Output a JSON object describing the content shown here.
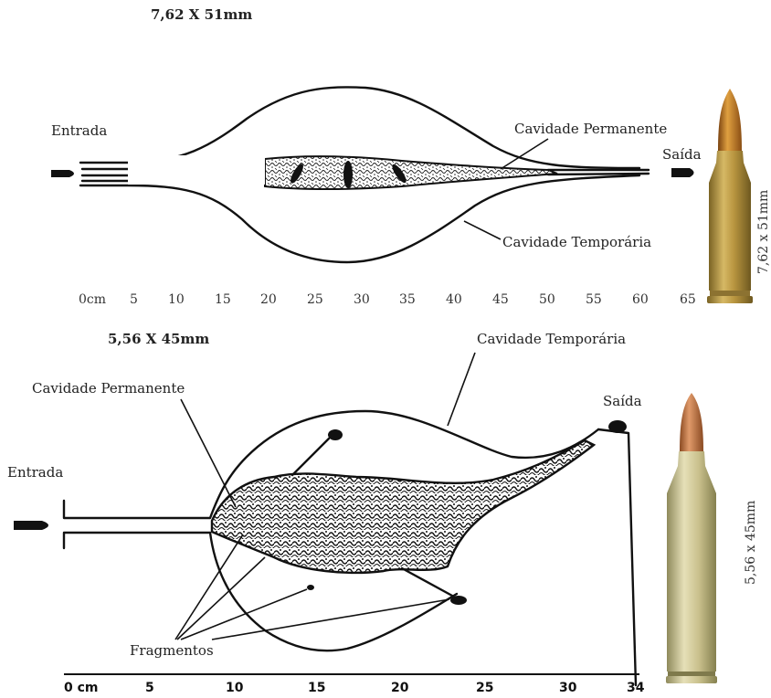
{
  "top": {
    "title": "7,62 X 51mm",
    "entry_label": "Entrada",
    "exit_label": "Saída",
    "permanent_label": "Cavidade Permanente",
    "temporary_label": "Cavidade Temporária",
    "cartridge_label": "7,62 x 51mm",
    "ticks": [
      "0cm",
      "5",
      "10",
      "15",
      "20",
      "25",
      "30",
      "35",
      "40",
      "45",
      "50",
      "55",
      "60",
      "65"
    ]
  },
  "bottom": {
    "title": "5,56 X 45mm",
    "entry_label": "Entrada",
    "exit_label": "Saída",
    "permanent_label": "Cavidade Permanente",
    "temporary_label": "Cavidade Temporária",
    "fragments_label": "Fragmentos",
    "cartridge_label": "5,56 x 45mm",
    "ticks": [
      "0 cm",
      "5",
      "10",
      "15",
      "20",
      "25",
      "30",
      "34"
    ]
  },
  "colors": {
    "ink": "#111111",
    "brass": "#b89a4a",
    "copper": "#c07a2a",
    "brass_light": "#cfc48f"
  }
}
